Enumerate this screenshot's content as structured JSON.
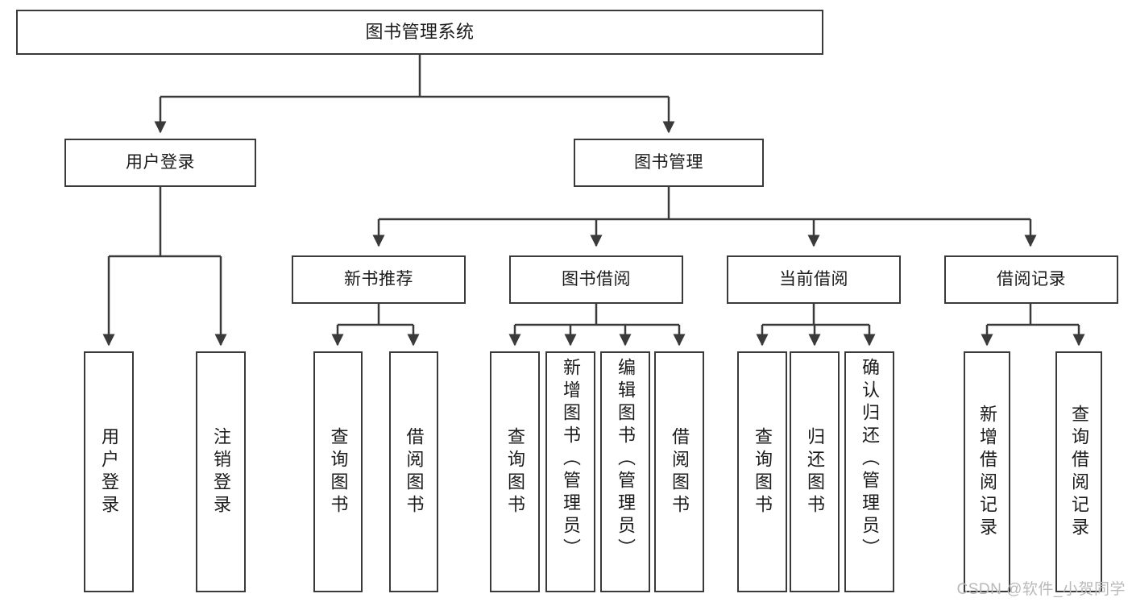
{
  "diagram": {
    "type": "tree-hierarchy-chart",
    "title_node": {
      "label": "图书管理系统"
    },
    "level1": [
      {
        "id": "user-login",
        "label": "用户登录"
      },
      {
        "id": "book-management",
        "label": "图书管理"
      }
    ],
    "level2": [
      {
        "id": "new-book-recommend",
        "label": "新书推荐"
      },
      {
        "id": "book-borrow",
        "label": "图书借阅"
      },
      {
        "id": "current-borrow",
        "label": "当前借阅"
      },
      {
        "id": "borrow-record",
        "label": "借阅记录"
      }
    ],
    "leaves": [
      {
        "id": "leaf-user-login",
        "label": "用户登录",
        "align": "center"
      },
      {
        "id": "leaf-logout-login",
        "label": "注销登录",
        "align": "center"
      },
      {
        "id": "leaf-query-book-1",
        "label": "查询图书",
        "align": "center"
      },
      {
        "id": "leaf-borrow-book-1",
        "label": "借阅图书",
        "align": "center"
      },
      {
        "id": "leaf-query-book-2",
        "label": "查询图书",
        "align": "center"
      },
      {
        "id": "leaf-add-book",
        "label": "新增图书（管理员）",
        "align": "top"
      },
      {
        "id": "leaf-edit-book",
        "label": "编辑图书（管理员）",
        "align": "top"
      },
      {
        "id": "leaf-borrow-book-2",
        "label": "借阅图书",
        "align": "center"
      },
      {
        "id": "leaf-query-book-3",
        "label": "查询图书",
        "align": "center"
      },
      {
        "id": "leaf-return-book",
        "label": "归还图书",
        "align": "center"
      },
      {
        "id": "leaf-confirm-return",
        "label": "确认归还（管理员）",
        "align": "top"
      },
      {
        "id": "leaf-add-borrow-record",
        "label": "新增借阅记录",
        "align": "center"
      },
      {
        "id": "leaf-query-borrow-record",
        "label": "查询借阅记录",
        "align": "center"
      }
    ],
    "colors": {
      "stroke": "#3a3a3a",
      "background": "#ffffff",
      "text": "#1b1b1b",
      "watermark": "#b9b9b9"
    }
  },
  "watermark": {
    "text": "CSDN @软件_小贺同学"
  }
}
